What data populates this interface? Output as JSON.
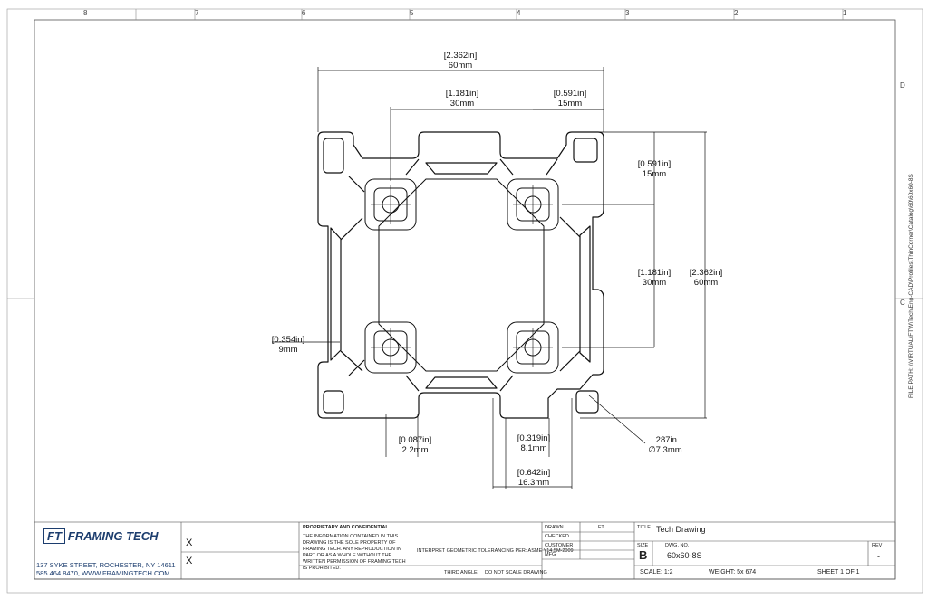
{
  "zones": {
    "top": [
      "8",
      "7",
      "6",
      "5",
      "4",
      "3",
      "2",
      "1"
    ],
    "right": [
      "D",
      "C"
    ]
  },
  "dimensions": {
    "overall_width": {
      "in": "2.362in",
      "mm": "60mm"
    },
    "slot_spacing": {
      "in": "1.181in",
      "mm": "30mm"
    },
    "half_spacing": {
      "in": "0.591in",
      "mm": "15mm"
    },
    "right_top": {
      "in": "0.591in",
      "mm": "15mm"
    },
    "right_mid": {
      "in": "1.181in",
      "mm": "30mm"
    },
    "right_overall": {
      "in": "2.362in",
      "mm": "60mm"
    },
    "left_slot": {
      "in": "0.354in",
      "mm": "9mm"
    },
    "wall": {
      "in": "0.087in",
      "mm": "2.2mm"
    },
    "slot_width": {
      "in": "0.319in",
      "mm": "8.1mm"
    },
    "slot_opening": {
      "in": "0.642in",
      "mm": "16.3mm"
    },
    "bore": {
      "in": ".287in",
      "mm": "∅7.3mm"
    }
  },
  "side_text": "FILE PATH: \\\\VIRTUAL\\FTW\\Tech\\Eng-CAD\\Profiles\\ThinCorner\\Catalog\\60\\60x60-8S",
  "title_block": {
    "company": "FRAMING TECH",
    "logo_mark": "FT",
    "address_line1": "137 SYKE STREET, ROCHESTER, NY 14611",
    "address_line2": "585.464.8470, WWW.FRAMINGTECH.COM",
    "proprietary_heading": "PROPRIETARY AND CONFIDENTIAL",
    "proprietary_body": "THE INFORMATION CONTAINED IN THIS DRAWING IS THE SOLE PROPERTY OF FRAMING TECH. ANY REPRODUCTION IN PART OR AS A WHOLE WITHOUT THE WRITTEN PERMISSION OF FRAMING TECH IS PROHIBITED.",
    "tolerance_note": "INTERPRET GEOMETRIC TOLERANCING PER: ASME Y14.5M-2009",
    "labels": {
      "drawn": "DRAWN",
      "checked": "CHECKED",
      "customer": "CUSTOMER",
      "mfg": "MFG",
      "title": "TITLE",
      "size": "SIZE",
      "dwg_no": "DWG. NO.",
      "rev": "REV"
    },
    "drawn_value": "FT",
    "title_value": "Tech Drawing",
    "size_value": "B",
    "dwg_no_value": "60x60-8S",
    "rev_value": "-",
    "scale": "SCALE: 1:2",
    "weight": "WEIGHT: 5x 674",
    "sheet": "SHEET 1 OF 1",
    "do_not_scale": "DO NOT SCALE DRAWING",
    "third_angle": "THIRD ANGLE"
  }
}
